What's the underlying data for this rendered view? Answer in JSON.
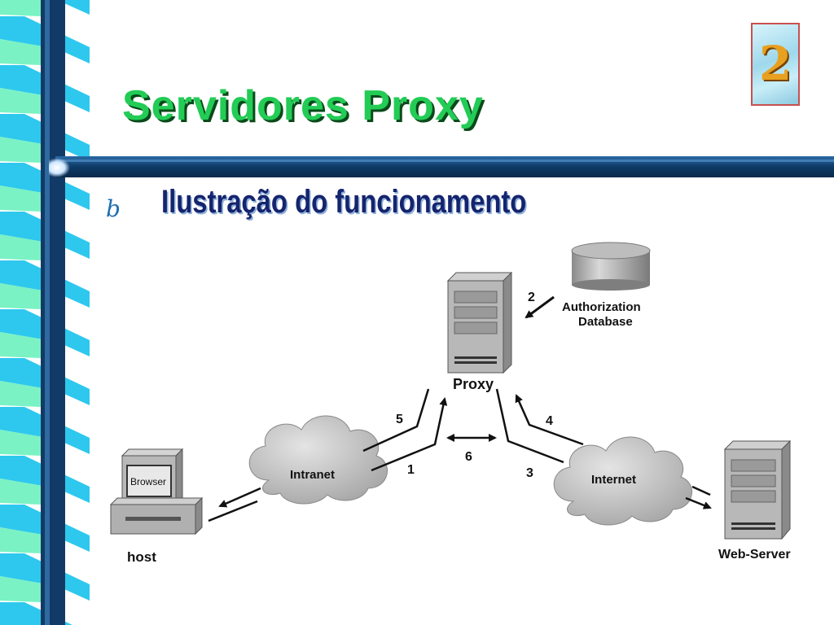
{
  "slide": {
    "title": "Servidores Proxy",
    "bullet_glyph": "b",
    "bullet_text": "Ilustração do funcionamento",
    "badge_number": "2"
  },
  "diagram": {
    "nodes": {
      "proxy": "Proxy",
      "auth_db_line1": "Authorization",
      "auth_db_line2": "Database",
      "intranet": "Intranet",
      "internet": "Internet",
      "host": "host",
      "browser": "Browser",
      "web_server": "Web-Server"
    },
    "steps": {
      "s1": "1",
      "s2": "2",
      "s3": "3",
      "s4": "4",
      "s5": "5",
      "s6": "6"
    }
  },
  "colors": {
    "title_green": "#22cc55",
    "subtitle_navy": "#15246e",
    "ribbon_cyan": "#2ec8ee",
    "ribbon_mint": "#7af2c4",
    "ribbon_navy": "#123a66"
  }
}
